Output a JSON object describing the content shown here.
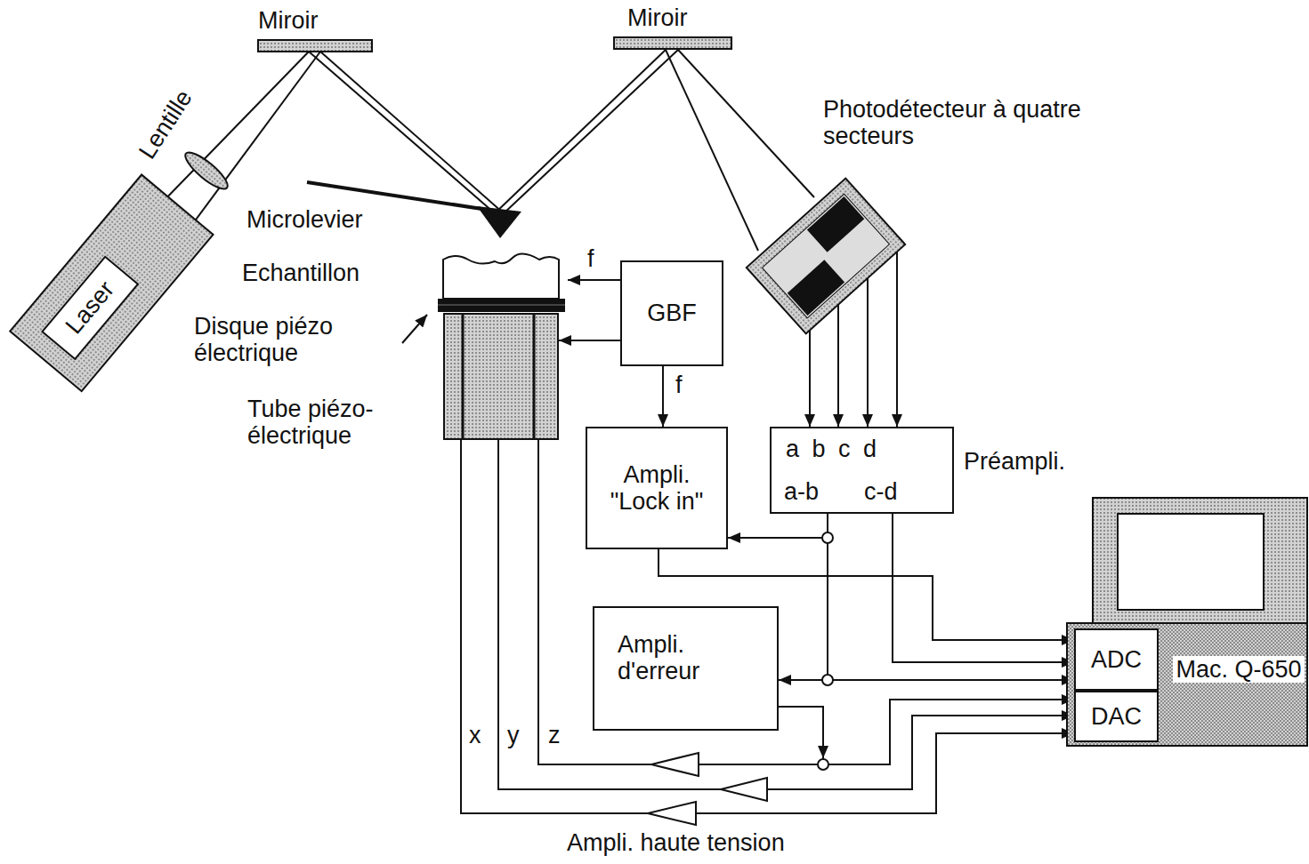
{
  "diagram": {
    "nodes": [
      {
        "text": [
          "Laser"
        ]
      },
      {
        "text": [
          "GBF"
        ]
      },
      {
        "text": [
          "Ampli. \"Lock in\""
        ]
      },
      {
        "text": [
          "a b c d",
          "a-b",
          "c-d",
          "Préampli."
        ]
      },
      {
        "text": [
          "Ampli. d'erreur"
        ]
      },
      {
        "text": [
          "Mac. Q-650"
        ]
      },
      {
        "text": [
          "ADC"
        ],
        "in": 5
      },
      {
        "text": [
          "DAC"
        ],
        "in": 5
      },
      {
        "text": [
          "Photodétecteur à quatre secteurs"
        ]
      },
      {
        "text": [
          "Tube piézo- électrique"
        ]
      }
    ],
    "edges": [
      {
        "from": 1,
        "to": 9,
        "arrow": "to"
      },
      {
        "from": 1,
        "to": 2,
        "label": "f",
        "arrow": "to"
      },
      {
        "from": 8,
        "to": 3,
        "arrow": "to"
      },
      {
        "from": 8,
        "to": 3,
        "arrow": "to"
      },
      {
        "from": 8,
        "to": 3,
        "arrow": "to"
      },
      {
        "from": 8,
        "to": 3,
        "arrow": "to"
      },
      {
        "from": 3,
        "to": 2,
        "arrow": "to"
      },
      {
        "from": 3,
        "to": 4,
        "arrow": "to"
      },
      {
        "from": 3,
        "to": 6,
        "arrow": "to"
      },
      {
        "from": 3,
        "to": 6,
        "arrow": "to"
      },
      {
        "from": 2,
        "to": 6,
        "arrow": "to"
      },
      {
        "from": 4,
        "to": 9,
        "arrow": "none"
      },
      {
        "from": 9,
        "to": 7,
        "label": "z",
        "arrow": "to"
      },
      {
        "from": 9,
        "to": 7,
        "label": "y",
        "arrow": "to"
      },
      {
        "from": 9,
        "to": 7,
        "label": "x",
        "arrow": "to"
      }
    ],
    "labels": [
      "Miroir",
      "Miroir",
      "Lentille",
      "Microlevier",
      "Echantillon",
      "Disque piézo électrique",
      "f",
      "Ampli. haute tension"
    ]
  }
}
